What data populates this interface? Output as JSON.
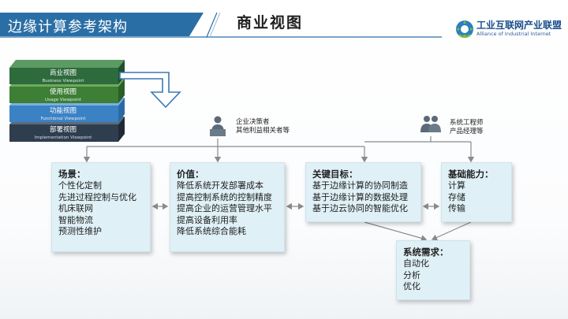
{
  "header": {
    "section_title": "边缘计算参考架构",
    "view_title": "商业视图",
    "logo_cn": "工业互联网产业联盟",
    "logo_en": "Alliance of Industrial Internet"
  },
  "viewpoint_stack": [
    {
      "cn": "商业视图",
      "en": "Business Viewpoint",
      "color": "#2e6b3c"
    },
    {
      "cn": "使用视图",
      "en": "Usage Viewpoint",
      "color": "#3d7f35"
    },
    {
      "cn": "功能视图",
      "en": "Functional Viewpoint",
      "color": "#3b82c4"
    },
    {
      "cn": "部署视图",
      "en": "Implementation Viewpoint",
      "color": "#2f3e4f"
    }
  ],
  "actors": {
    "enterprise": {
      "line1": "企业决策者",
      "line2": "其他利益相关者等"
    },
    "engineer": {
      "line1": "系统工程师",
      "line2": "产品经理等"
    }
  },
  "boxes": {
    "scenario": {
      "head": "场景：",
      "items": [
        "个性化定制",
        "先进过程控制与优化",
        "机床联网",
        "智能物流",
        "预测性维护"
      ]
    },
    "value": {
      "head": "价值：",
      "items": [
        "降低系统开发部署成本",
        "提高控制系统的控制精度",
        "提高企业的运营管理水平",
        "提高设备利用率",
        "降低系统综合能耗"
      ]
    },
    "goals": {
      "head": "关键目标：",
      "items": [
        "基于边缘计算的协同制造",
        "基于边缘计算的数据处理",
        "基于边云协同的智能优化"
      ]
    },
    "capability": {
      "head": "基础能力：",
      "items": [
        "计算",
        "存储",
        "传输"
      ]
    },
    "requirements": {
      "head": "系统需求：",
      "items": [
        "自动化",
        "分析",
        "优化"
      ]
    }
  },
  "colors": {
    "accent": "#2a6ea6",
    "box_fill": "#dff0f6",
    "connector": "#8a8a8a"
  }
}
